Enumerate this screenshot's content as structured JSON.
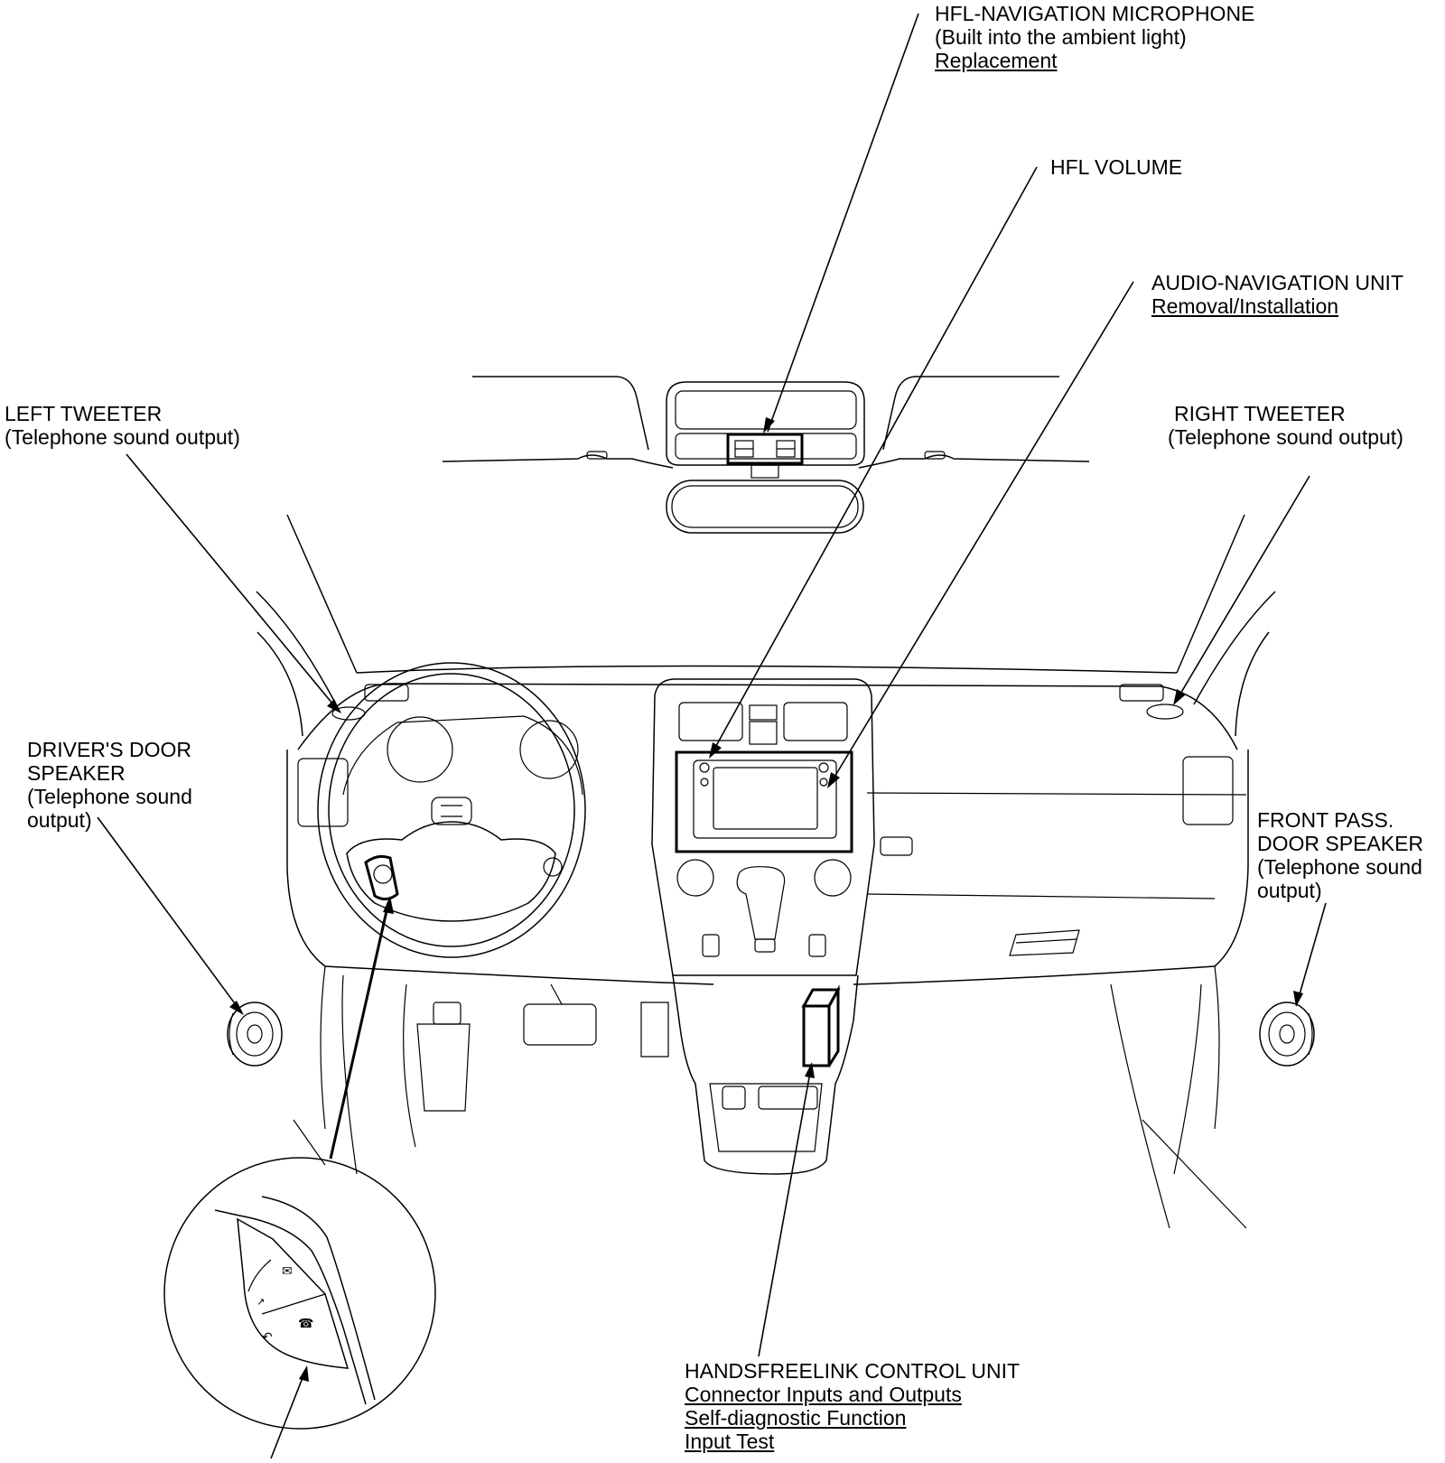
{
  "labels": {
    "hfl_mic": {
      "title": "HFL-NAVIGATION MICROPHONE",
      "note": "(Built into the ambient light)",
      "link": "Replacement"
    },
    "hfl_volume": {
      "title": "HFL VOLUME"
    },
    "audio_nav": {
      "title": "AUDIO-NAVIGATION UNIT",
      "link": "Removal/Installation"
    },
    "left_tweeter": {
      "title": "LEFT TWEETER",
      "note": "(Telephone sound output)"
    },
    "right_tweeter": {
      "title": "RIGHT TWEETER",
      "note": "(Telephone sound output)"
    },
    "drivers_door": {
      "line1": "DRIVER'S DOOR",
      "line2": "SPEAKER",
      "line3": "(Telephone sound",
      "line4": "output)"
    },
    "front_pass_door": {
      "line1": "FRONT PASS.",
      "line2": "DOOR SPEAKER",
      "line3": "(Telephone sound",
      "line4": "output)"
    },
    "hfl_control": {
      "title": "HANDSFREELINK CONTROL UNIT",
      "links": [
        "Connector Inputs and Outputs",
        "Self-diagnostic Function",
        "Input Test"
      ]
    }
  }
}
